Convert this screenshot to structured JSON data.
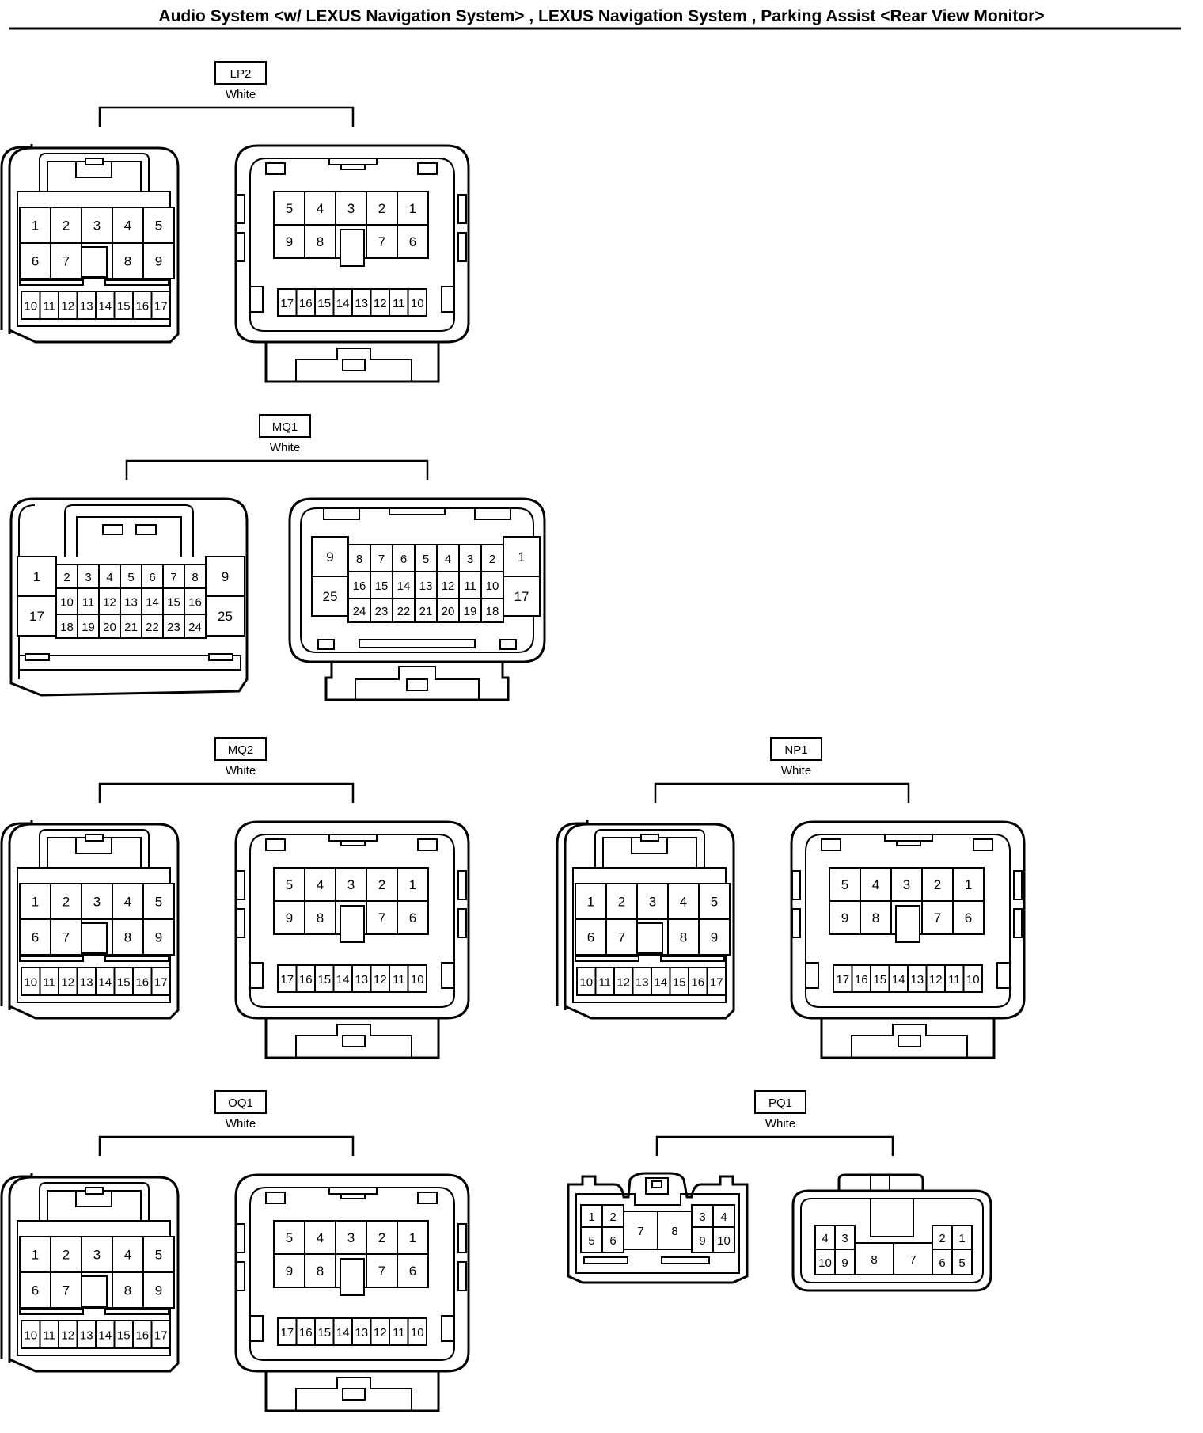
{
  "title": "Audio System <w/ LEXUS Navigation System> , LEXUS Navigation System , Parking Assist <Rear View Monitor>",
  "connectors": [
    {
      "code": "LP2",
      "color": "White"
    },
    {
      "code": "MQ1",
      "color": "White"
    },
    {
      "code": "MQ2",
      "color": "White"
    },
    {
      "code": "NP1",
      "color": "White"
    },
    {
      "code": "OQ1",
      "color": "White"
    },
    {
      "code": "PQ1",
      "color": "White"
    }
  ],
  "pins": {
    "type_a_male_row1": [
      "1",
      "2",
      "3",
      "4",
      "5"
    ],
    "type_a_male_row2": [
      "6",
      "7",
      "",
      "8",
      "9"
    ],
    "type_a_male_row3": [
      "10",
      "11",
      "12",
      "13",
      "14",
      "15",
      "16",
      "17"
    ],
    "type_a_female_row1": [
      "5",
      "4",
      "3",
      "2",
      "1"
    ],
    "type_a_female_row2": [
      "9",
      "8",
      "",
      "7",
      "6"
    ],
    "type_a_female_row3": [
      "17",
      "16",
      "15",
      "14",
      "13",
      "12",
      "11",
      "10"
    ],
    "mq1_male_left": [
      "1",
      "17"
    ],
    "mq1_male_row1": [
      "2",
      "3",
      "4",
      "5",
      "6",
      "7",
      "8"
    ],
    "mq1_male_row2": [
      "10",
      "11",
      "12",
      "13",
      "14",
      "15",
      "16"
    ],
    "mq1_male_row3": [
      "18",
      "19",
      "20",
      "21",
      "22",
      "23",
      "24"
    ],
    "mq1_male_right": [
      "9",
      "25"
    ],
    "mq1_female_left": [
      "9",
      "25"
    ],
    "mq1_female_row1": [
      "8",
      "7",
      "6",
      "5",
      "4",
      "3",
      "2"
    ],
    "mq1_female_row2": [
      "16",
      "15",
      "14",
      "13",
      "12",
      "11",
      "10"
    ],
    "mq1_female_row3": [
      "24",
      "23",
      "22",
      "21",
      "20",
      "19",
      "18"
    ],
    "mq1_female_right": [
      "1",
      "17"
    ],
    "pq1_male": [
      "1",
      "2",
      "3",
      "4",
      "5",
      "6",
      "7",
      "8",
      "9",
      "10"
    ],
    "pq1_female": [
      "4",
      "3",
      "2",
      "1",
      "10",
      "9",
      "8",
      "7",
      "6",
      "5"
    ]
  }
}
